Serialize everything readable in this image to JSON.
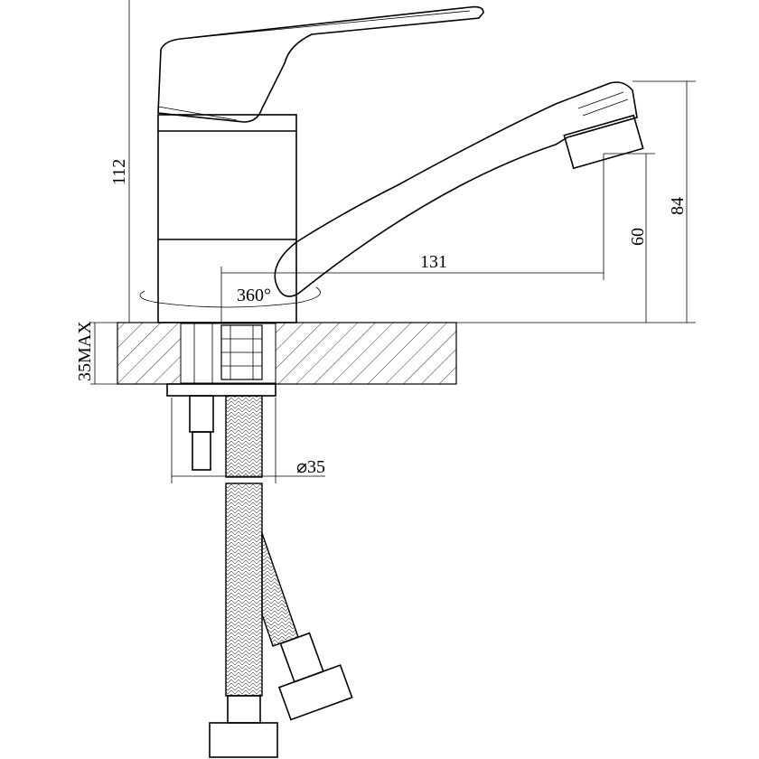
{
  "diagram": {
    "title": "Single-lever basin mixer dimension drawing",
    "dimensions": {
      "total_height": "112",
      "spout_height": "84",
      "outlet_clearance": "60",
      "spout_reach": "131",
      "rotation": "360°",
      "counter_thickness": "35MAX",
      "hole_diameter": "⌀35"
    },
    "colors": {
      "line": "#000000",
      "background": "#ffffff"
    }
  }
}
